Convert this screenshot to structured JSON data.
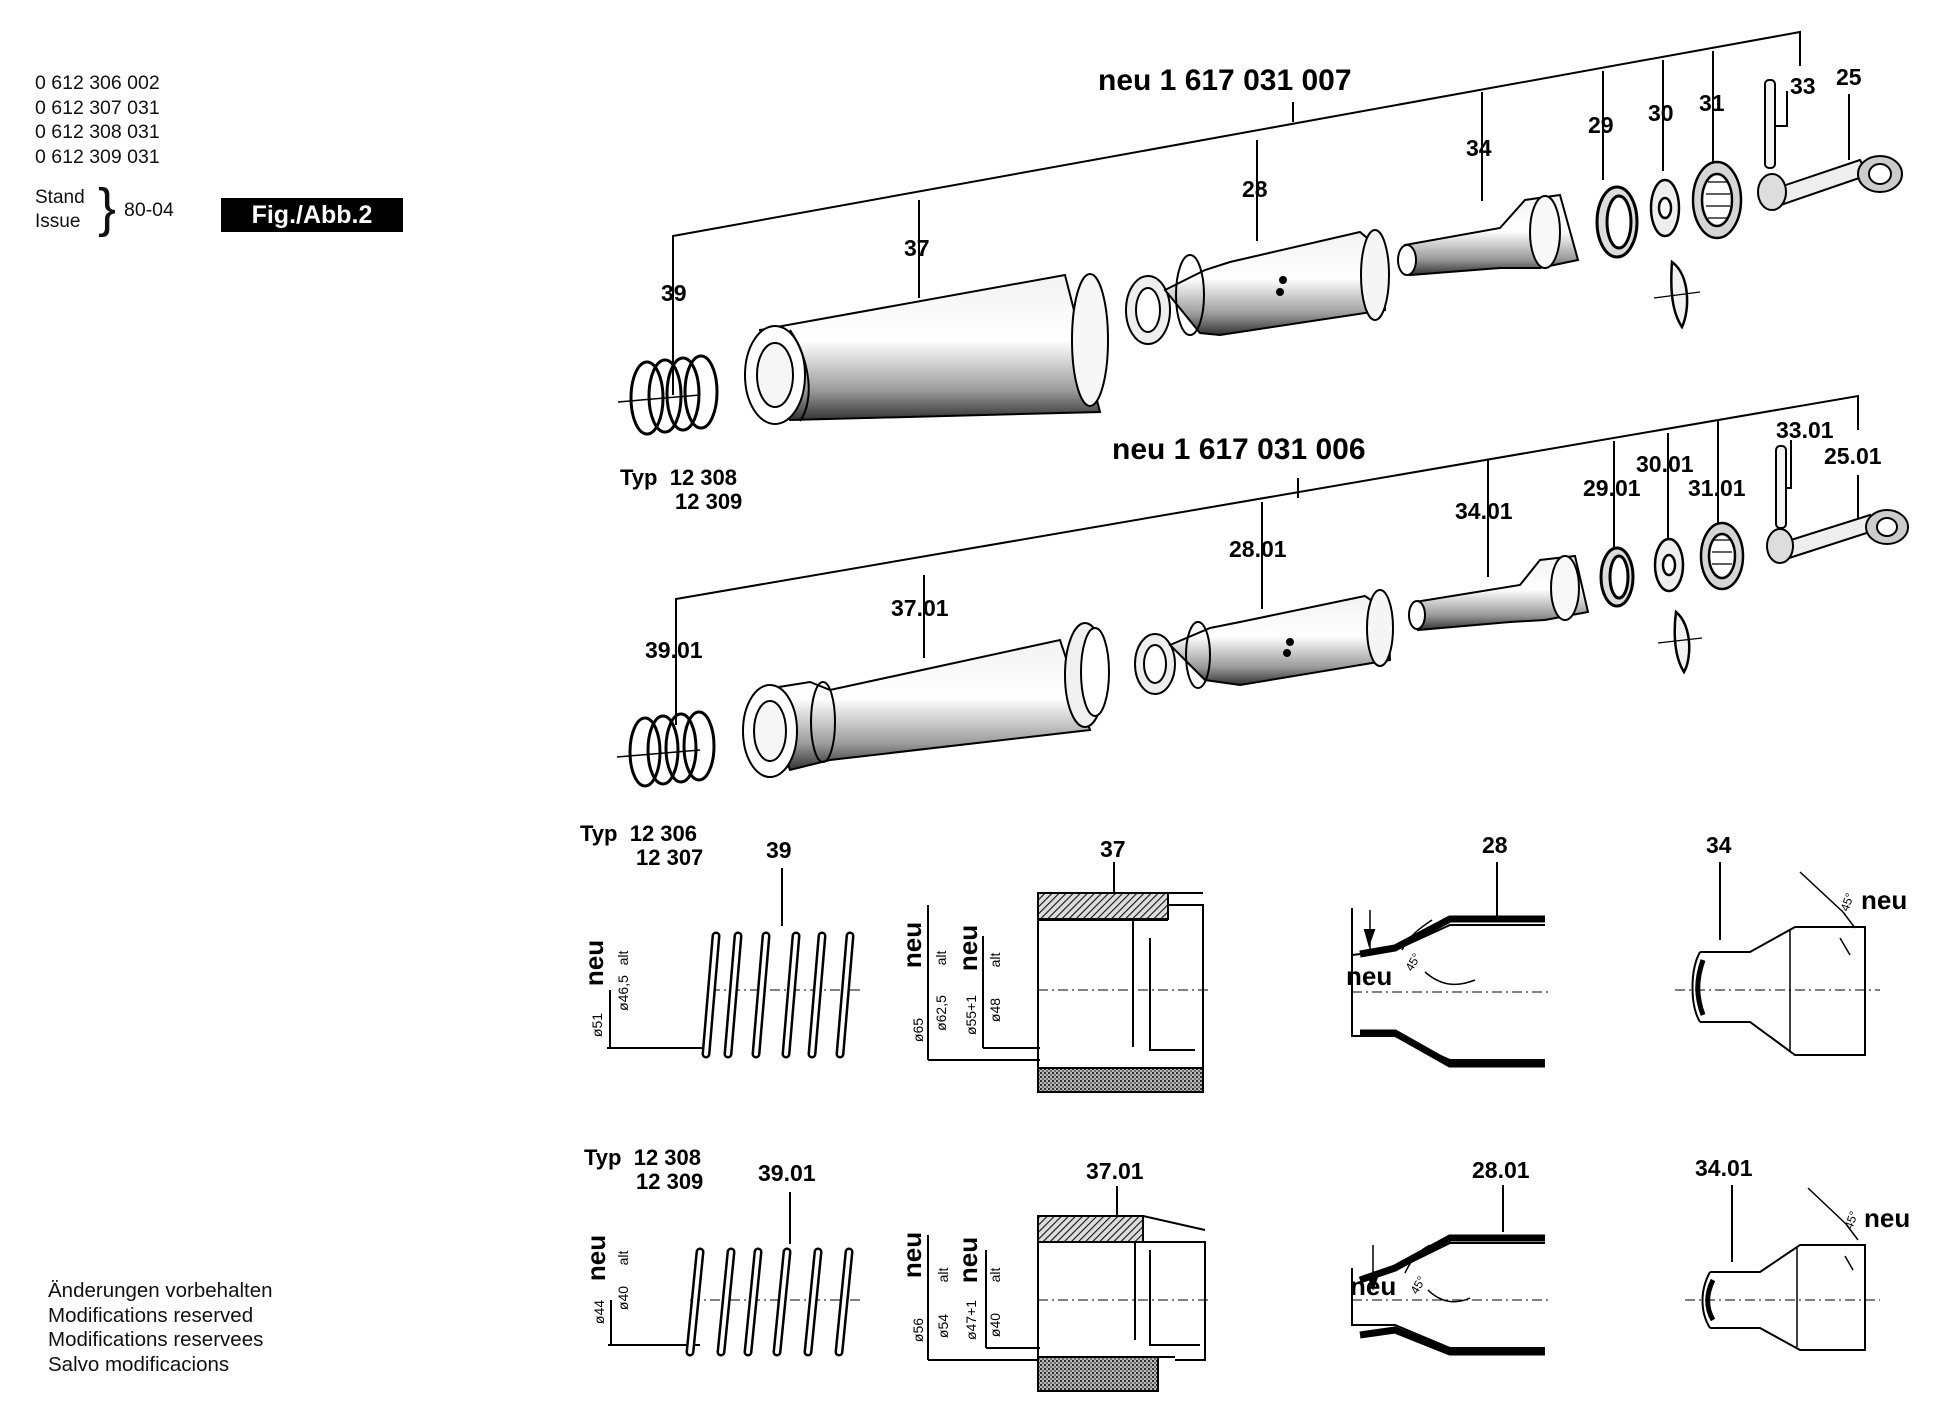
{
  "header": {
    "part_numbers": [
      "0 612 306 002",
      "0 612 307 031",
      "0 612 308 031",
      "0 612 309 031"
    ],
    "stand_label": "Stand",
    "issue_label": "Issue",
    "stand_date": "80-04",
    "figure_label": "Fig./Abb.2"
  },
  "assemblies": {
    "upper": {
      "kit_number": "neu 1 617 031 007",
      "callouts": [
        "39",
        "37",
        "28",
        "34",
        "29",
        "30",
        "31",
        "33",
        "25"
      ]
    },
    "lower": {
      "kit_number": "neu 1 617 031 006",
      "type_line1": "Typ  12 308",
      "type_line2": "12 309",
      "callouts": [
        "39.01",
        "37.01",
        "28.01",
        "34.01",
        "29.01",
        "30.01",
        "31.01",
        "33.01",
        "25.01"
      ]
    }
  },
  "details": {
    "row1": {
      "type_line1": "Typ  12 306",
      "type_line2": "12 307",
      "titles": [
        "39",
        "37",
        "28",
        "34"
      ],
      "neu": "neu",
      "alt": "alt",
      "spring_dims": [
        "ø51",
        "ø46,5"
      ],
      "sleeve_dims": [
        "ø65",
        "ø62,5",
        "ø55+1",
        "ø48"
      ],
      "angle": "45°"
    },
    "row2": {
      "type_line1": "Typ  12 308",
      "type_line2": "12 309",
      "titles": [
        "39.01",
        "37.01",
        "28.01",
        "34.01"
      ],
      "neu": "neu",
      "alt": "alt",
      "spring_dims": [
        "ø44",
        "ø40"
      ],
      "sleeve_dims": [
        "ø56",
        "ø54",
        "ø47+1",
        "ø40"
      ],
      "angle": "45°"
    }
  },
  "footer": {
    "modifications": [
      "Änderungen vorbehalten",
      "Modifications reserved",
      "Modifications reservees",
      "Salvo modificacions"
    ]
  }
}
